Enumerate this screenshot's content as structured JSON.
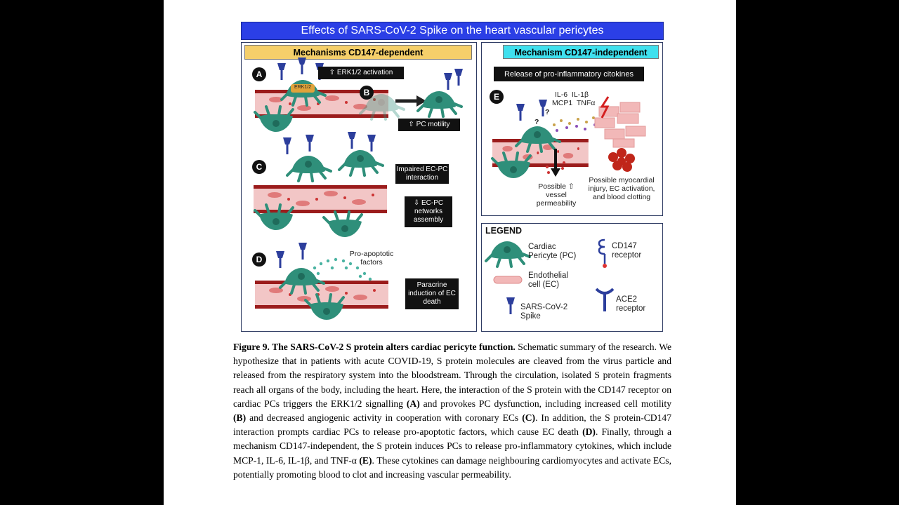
{
  "figure": {
    "banner_title": "Effects of SARS-CoV-2 Spike on the heart vascular pericytes",
    "left_header": "Mechanisms CD147-dependent",
    "right_header": "Mechanism CD147-independent",
    "panels": {
      "A": {
        "letter": "A",
        "erk_tag": "ERK1/2",
        "box": "⇧ ERK1/2 activation"
      },
      "B": {
        "letter": "B",
        "box": "⇧ PC motility"
      },
      "C": {
        "letter": "C",
        "box1": "Impaired EC-PC interaction",
        "box2": "⇩ EC-PC networks assembly"
      },
      "D": {
        "letter": "D",
        "label": "Pro-apoptotic factors",
        "box": "Paracrine induction of EC death"
      },
      "E": {
        "letter": "E",
        "box": "Release of pro-inflammatory citokines",
        "cytokines1": "IL-6  IL-1β",
        "cytokines2": "MCP1  TNFα",
        "q1": "?",
        "q2": "?",
        "perm": "Possible ⇧ vessel permeability",
        "injury": "Possible myocardial injury, EC activation, and blood clotting"
      }
    },
    "legend": {
      "title": "LEGEND",
      "pc": "Cardiac Pericyte (PC)",
      "ec": "Endothelial cell (EC)",
      "spike": "SARS-CoV-2 Spike",
      "cd147": "CD147 receptor",
      "ace2": "ACE2 receptor"
    }
  },
  "caption": {
    "label": "Figure 9. The SARS-CoV-2 S protein alters cardiac pericyte function.",
    "t1": " Schematic summary of the research. We hypothesize that in patients with acute COVID-19, S protein molecules are cleaved from the virus particle and released from the respiratory system into the bloodstream. Through the circulation, isolated S protein fragments reach all organs of the body, including the heart. Here, the interaction of the S protein with the CD147 receptor on cardiac PCs triggers the ERK1/2 signalling ",
    "r1": "(A)",
    "t2": " and provokes PC dysfunction, including increased cell motility ",
    "r2": "(B)",
    "t3": " and decreased angiogenic activity in cooperation with coronary ECs ",
    "r3": "(C)",
    "t4": ". In addition, the S protein-CD147 interaction prompts cardiac PCs to release pro-apoptotic factors, which cause EC death ",
    "r4": "(D)",
    "t5": ". Finally, through a mechanism CD147-independent, the S protein induces PCs to release pro-inflammatory cytokines, which include MCP-1, IL-6, IL-1β, and TNF-α ",
    "r5": "(E)",
    "t6": ". These cytokines can damage neighbouring cardiomyocytes and activate ECs, potentially promoting blood to clot and increasing vascular permeability."
  },
  "colors": {
    "banner": "#2b3fe6",
    "left_header": "#f5cf6a",
    "right_header": "#3fe0ee",
    "pericyte": "#2f8f7a",
    "vessel": "#9b1c1c",
    "spike": "#2c3e9c"
  }
}
